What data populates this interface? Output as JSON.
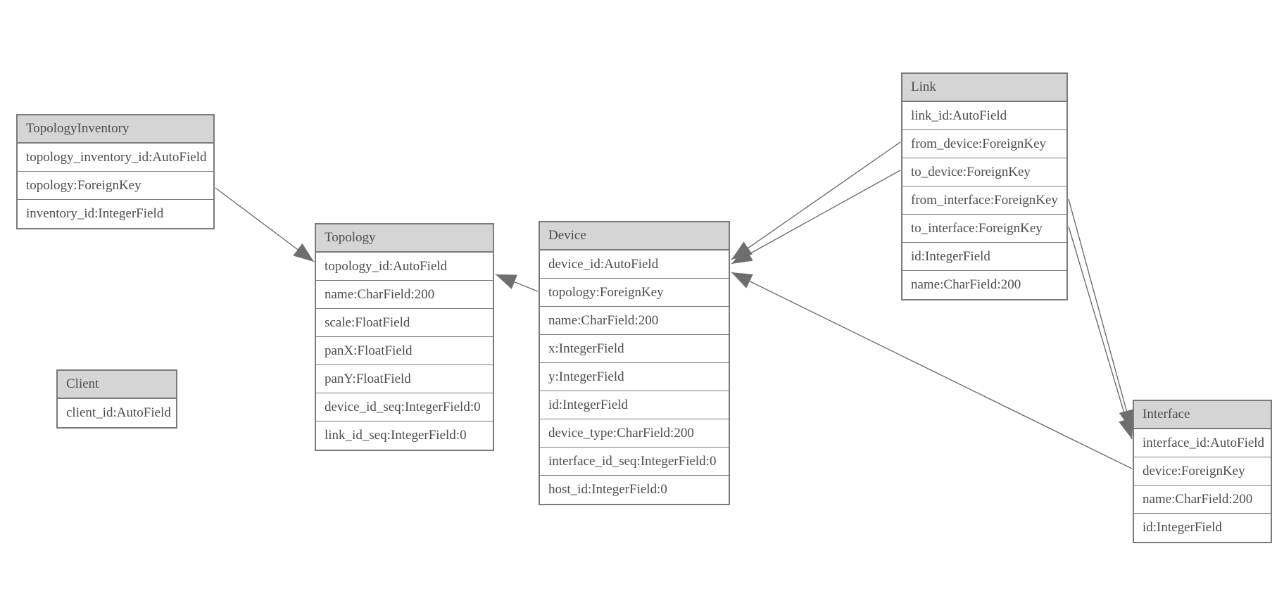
{
  "diagram": {
    "type": "entity-relationship-model-diagram",
    "colors": {
      "background": "#ffffff",
      "header_fill": "#d5d5d5",
      "border": "#7a7a7a",
      "text": "#4d4d4d",
      "line": "#6e6e6e",
      "arrowhead_fill": "#6e6e6e"
    },
    "tables": [
      {
        "id": "topology_inventory",
        "title": "TopologyInventory",
        "fields": [
          "topology_inventory_id:AutoField",
          "topology:ForeignKey",
          "inventory_id:IntegerField"
        ]
      },
      {
        "id": "topology",
        "title": "Topology",
        "fields": [
          "topology_id:AutoField",
          "name:CharField:200",
          "scale:FloatField",
          "panX:FloatField",
          "panY:FloatField",
          "device_id_seq:IntegerField:0",
          "link_id_seq:IntegerField:0"
        ]
      },
      {
        "id": "client",
        "title": "Client",
        "fields": [
          "client_id:AutoField"
        ]
      },
      {
        "id": "device",
        "title": "Device",
        "fields": [
          "device_id:AutoField",
          "topology:ForeignKey",
          "name:CharField:200",
          "x:IntegerField",
          "y:IntegerField",
          "id:IntegerField",
          "device_type:CharField:200",
          "interface_id_seq:IntegerField:0",
          "host_id:IntegerField:0"
        ]
      },
      {
        "id": "link",
        "title": "Link",
        "fields": [
          "link_id:AutoField",
          "from_device:ForeignKey",
          "to_device:ForeignKey",
          "from_interface:ForeignKey",
          "to_interface:ForeignKey",
          "id:IntegerField",
          "name:CharField:200"
        ]
      },
      {
        "id": "interface",
        "title": "Interface",
        "fields": [
          "interface_id:AutoField",
          "device:ForeignKey",
          "name:CharField:200",
          "id:IntegerField"
        ]
      }
    ],
    "edges": [
      {
        "id": "ti-topology",
        "from": "TopologyInventory.topology",
        "to": "Topology"
      },
      {
        "id": "device-topology",
        "from": "Device.topology",
        "to": "Topology"
      },
      {
        "id": "link-from-device",
        "from": "Link.from_device",
        "to": "Device"
      },
      {
        "id": "link-to-device",
        "from": "Link.to_device",
        "to": "Device"
      },
      {
        "id": "interface-device",
        "from": "Interface.device",
        "to": "Device"
      },
      {
        "id": "link-from-interface",
        "from": "Link.from_interface",
        "to": "Interface"
      },
      {
        "id": "link-to-interface",
        "from": "Link.to_interface",
        "to": "Interface"
      }
    ]
  }
}
